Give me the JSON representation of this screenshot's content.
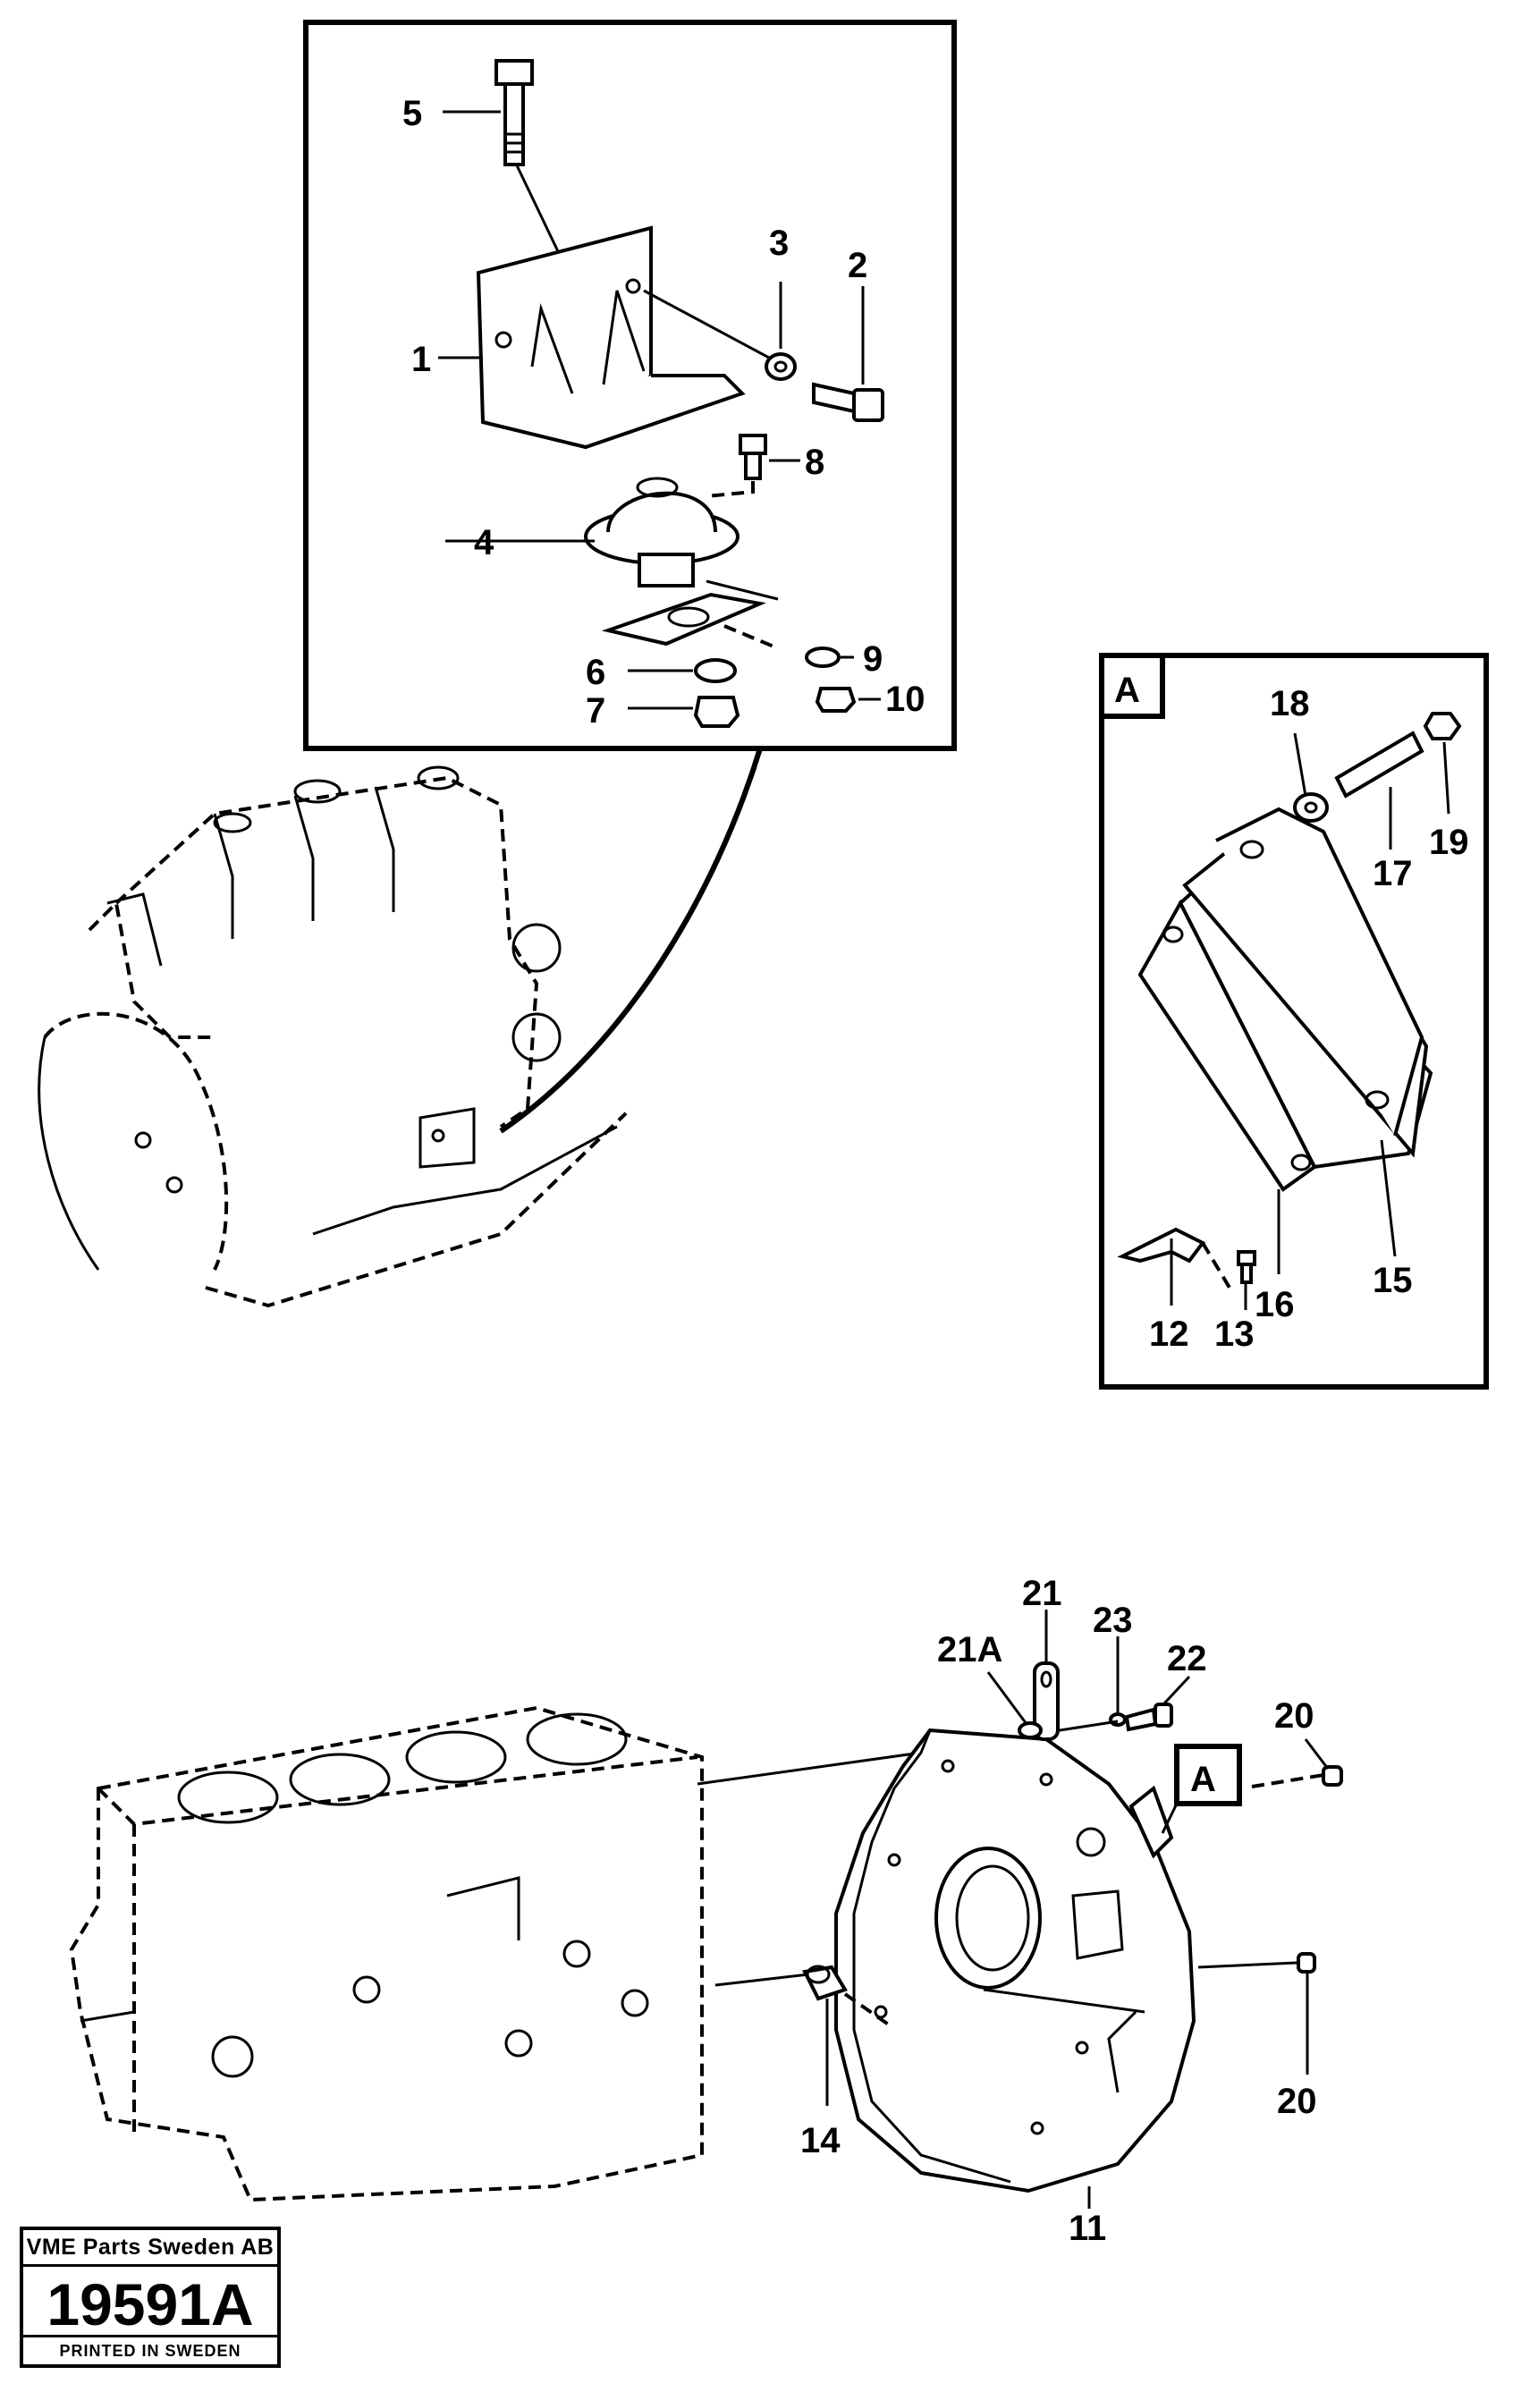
{
  "callouts": {
    "c1": "1",
    "c2": "2",
    "c3": "3",
    "c4": "4",
    "c5": "5",
    "c6": "6",
    "c7": "7",
    "c8": "8",
    "c9": "9",
    "c10": "10",
    "c11": "11",
    "c12": "12",
    "c13": "13",
    "c14": "14",
    "c15": "15",
    "c16": "16",
    "c17": "17",
    "c18": "18",
    "c19": "19",
    "c20a": "20",
    "c20b": "20",
    "c21": "21",
    "c21a": "21A",
    "c22": "22",
    "c23": "23"
  },
  "detail_tags": {
    "inset": "A",
    "housing": "A"
  },
  "stamp": {
    "company": "VME Parts Sweden AB",
    "number": "19591A",
    "printed": "PRINTED IN SWEDEN"
  }
}
